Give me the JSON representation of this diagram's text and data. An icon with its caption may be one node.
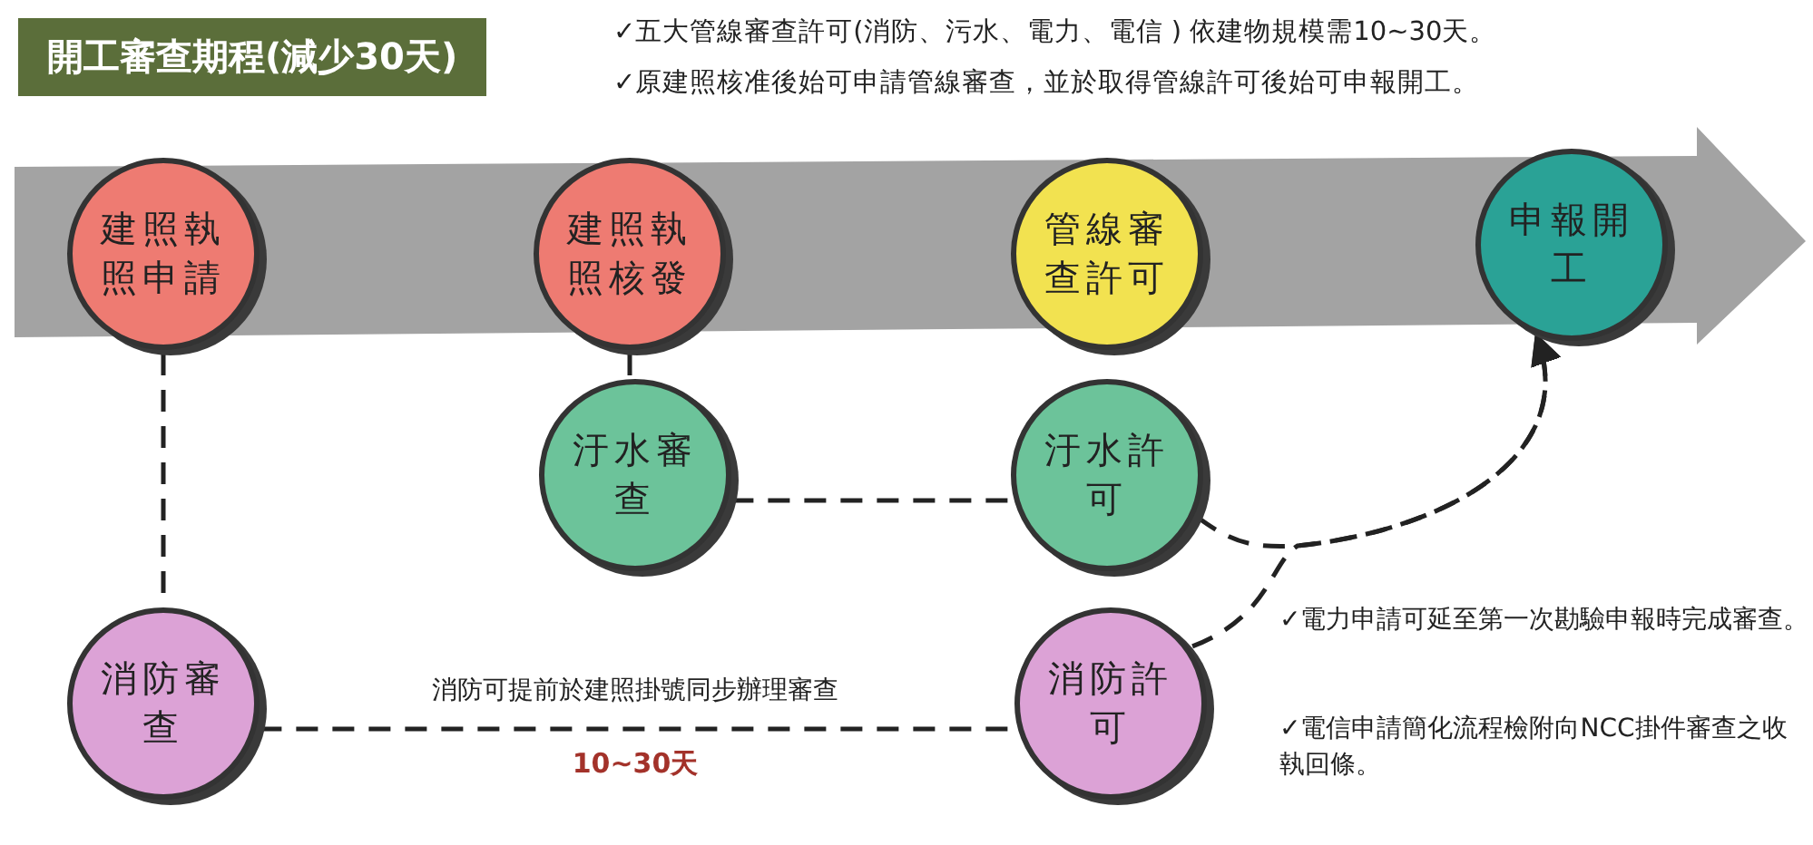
{
  "diagram": {
    "title": "開工審查期程(減少30天)",
    "nodes": [
      {
        "text": [
          "建照執照申請"
        ]
      },
      {
        "text": [
          "建照執照核發"
        ]
      },
      {
        "text": [
          "管線審查許可"
        ]
      },
      {
        "text": [
          "申報開工"
        ]
      },
      {
        "text": [
          "汙水審查"
        ]
      },
      {
        "text": [
          "汙水許可"
        ]
      },
      {
        "text": [
          "消防審查"
        ]
      },
      {
        "text": [
          "消防許可"
        ]
      }
    ],
    "edges": [
      {
        "from": 0,
        "to": 6,
        "arrow": "none",
        "style": "dashed"
      },
      {
        "from": 1,
        "to": 4,
        "arrow": "none",
        "style": "dashed"
      },
      {
        "from": 4,
        "to": 5,
        "arrow": "none",
        "style": "dashed"
      },
      {
        "from": 6,
        "to": 7,
        "arrow": "none",
        "style": "dashed",
        "label": "消防可提前於建照掛號同步辦理審查"
      },
      {
        "from": 5,
        "to": 3,
        "arrow": "to",
        "style": "dashed"
      },
      {
        "from": 7,
        "to": 3,
        "arrow": "to",
        "style": "dashed"
      }
    ],
    "labels": [
      "✓五大管線審查許可(消防、污水、電力、電信 ) 依建物規模需10~30天。",
      "✓原建照核准後始可申請管線審查，並於取得管線許可後始可申報開工。",
      "10~30天",
      "✓電力申請可延至第一次勘驗申報時完成審查。",
      "✓電信申請簡化流程檢附向NCC掛件審查之收執回條。"
    ]
  }
}
